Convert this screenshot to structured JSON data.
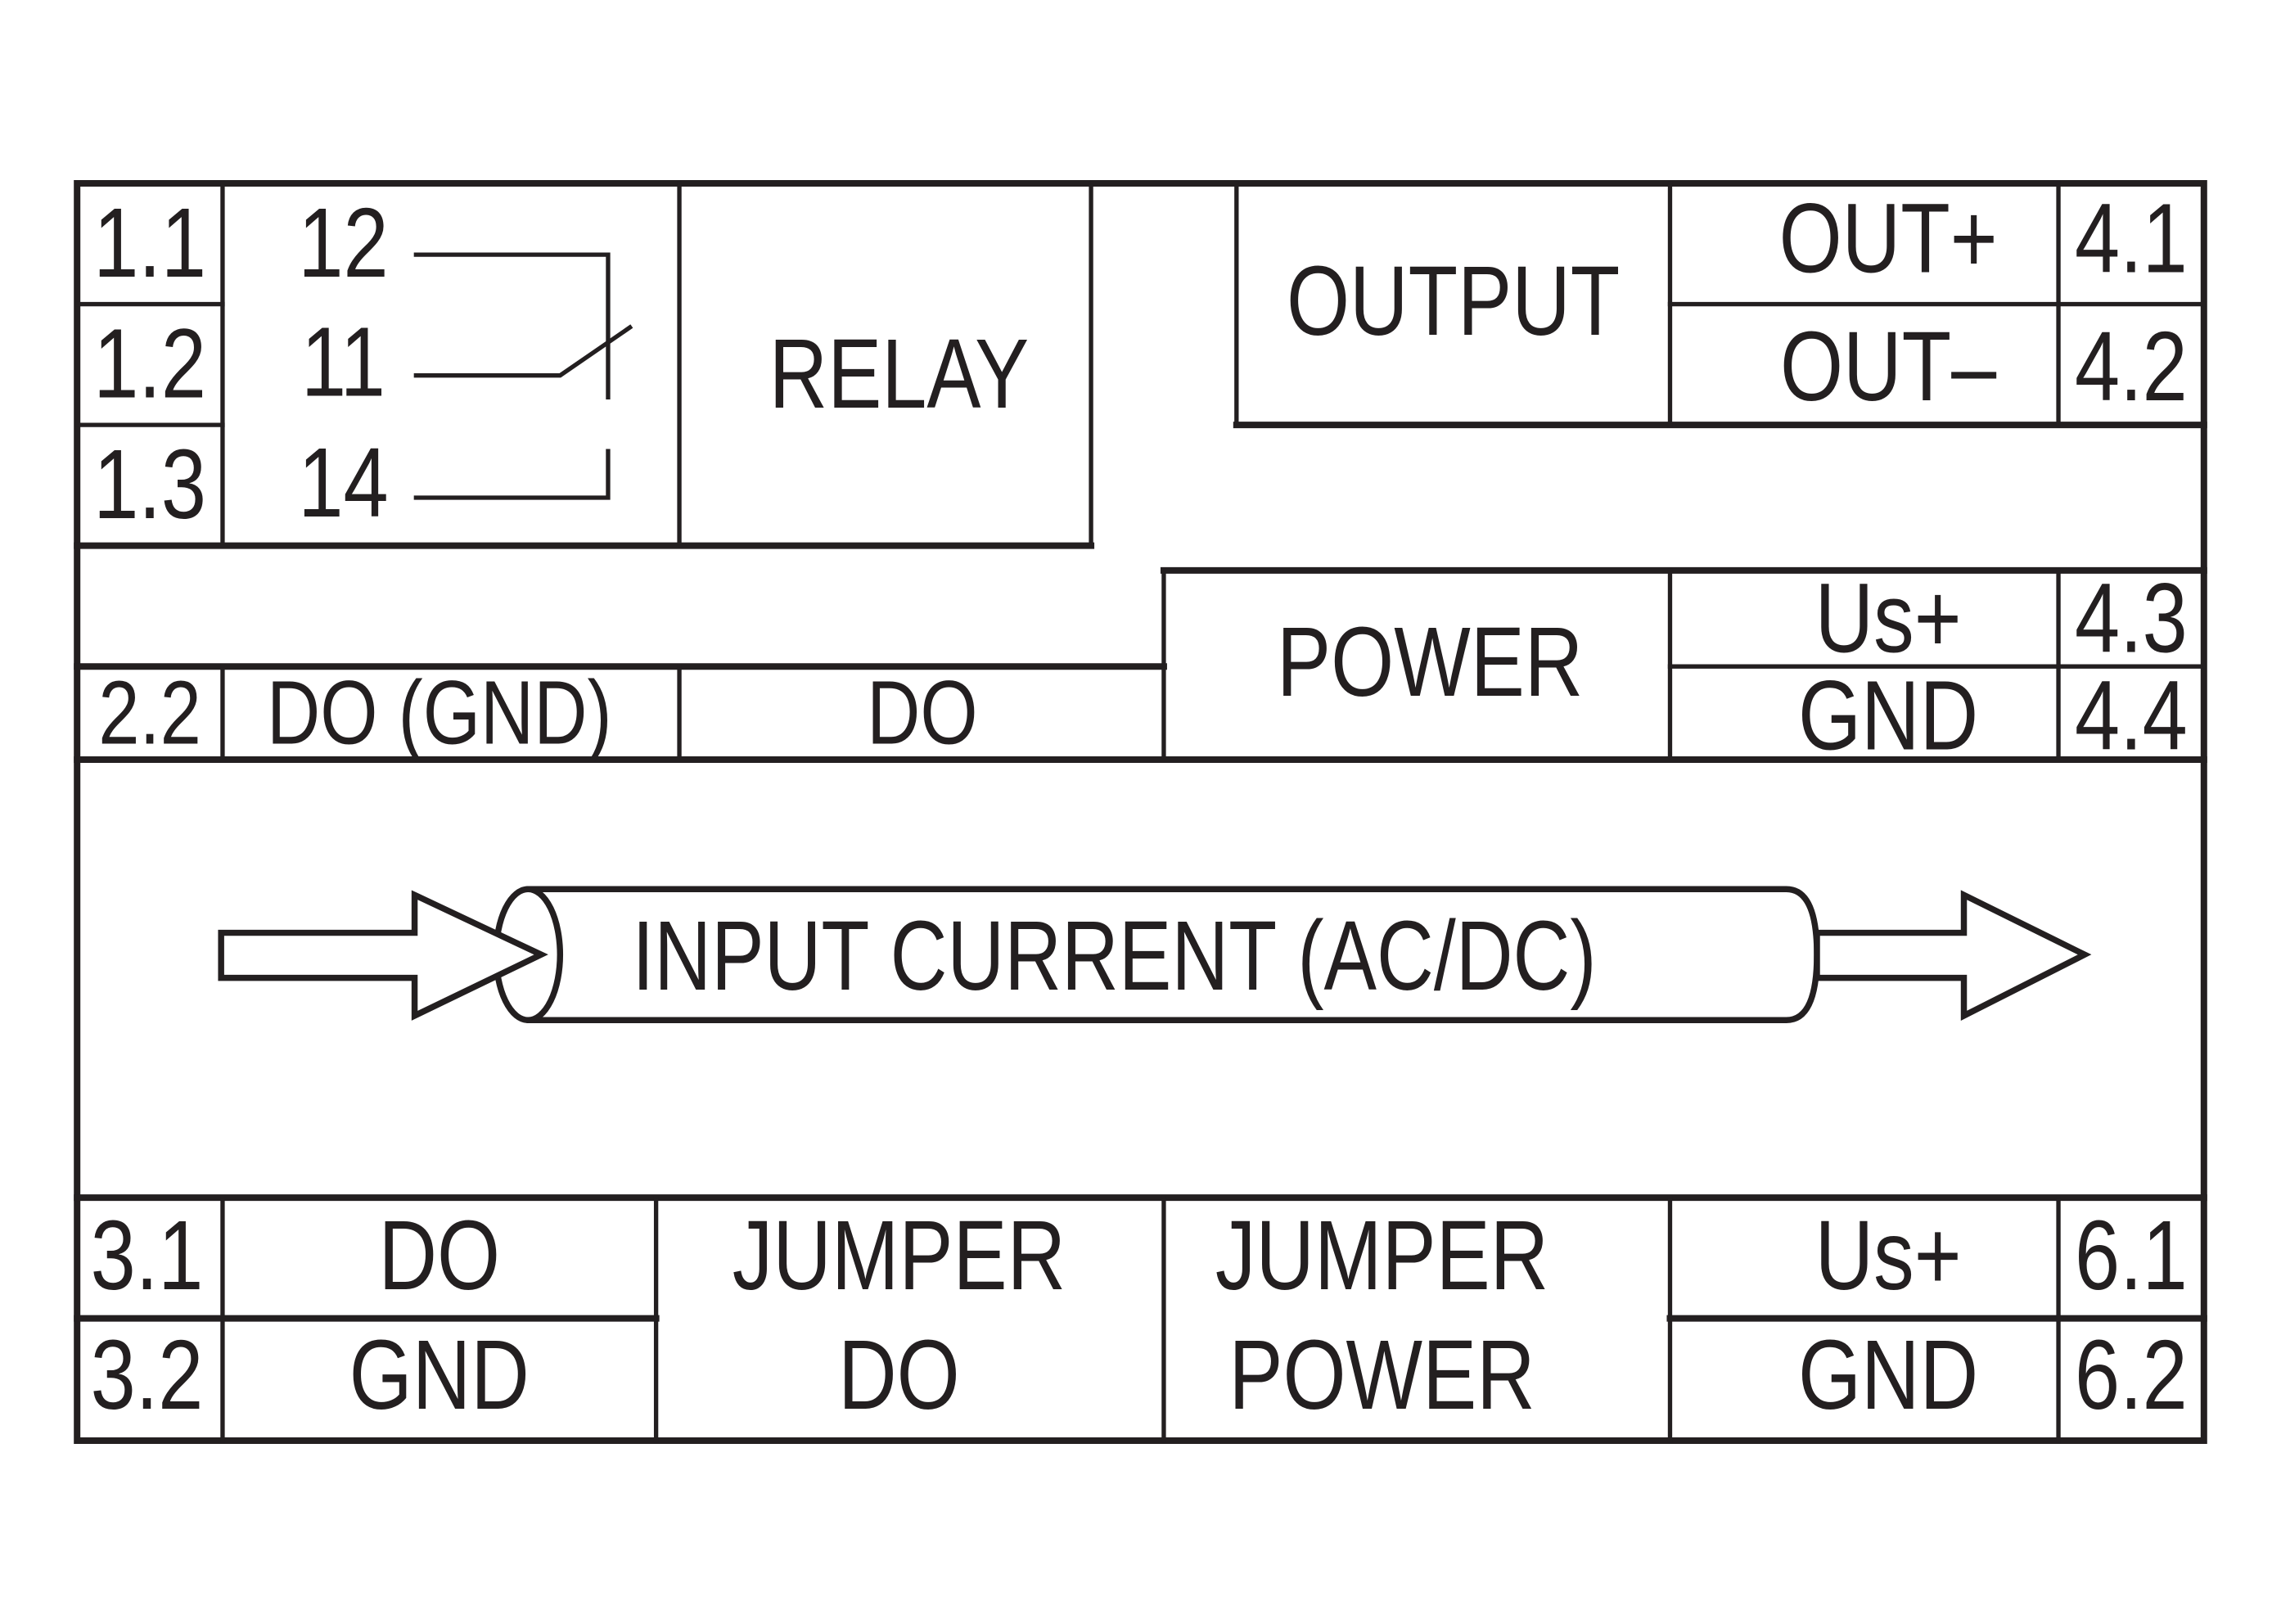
{
  "colors": {
    "line": "#231f20",
    "background": "#ffffff"
  },
  "relay_section": {
    "terminals": [
      "1.1",
      "1.2",
      "1.3"
    ],
    "contacts": [
      "12",
      "11",
      "14"
    ],
    "label": "RELAY",
    "contact_symbol": "changeover-contact-icon"
  },
  "output_section": {
    "label": "OUTPUT",
    "signals": [
      "OUT+",
      "OUT–"
    ],
    "terminals": [
      "4.1",
      "4.2"
    ]
  },
  "power_section": {
    "label": "POWER",
    "signals": [
      "Us+",
      "GND"
    ],
    "terminals": [
      "4.3",
      "4.4"
    ]
  },
  "do_row": {
    "terminal": "2.2",
    "cells": [
      "DO (GND)",
      "DO"
    ]
  },
  "input_section": {
    "label": "INPUT CURRENT (AC/DC)",
    "symbol": "current-sensor-cylinder-icon"
  },
  "bottom_row": {
    "terminals_left": [
      "3.1",
      "3.2"
    ],
    "signals_left": [
      "DO",
      "GND"
    ],
    "jumper_do": [
      "JUMPER",
      "DO"
    ],
    "jumper_power": [
      "JUMPER",
      "POWER"
    ],
    "signals_right": [
      "Us+",
      "GND"
    ],
    "terminals_right": [
      "6.1",
      "6.2"
    ]
  }
}
